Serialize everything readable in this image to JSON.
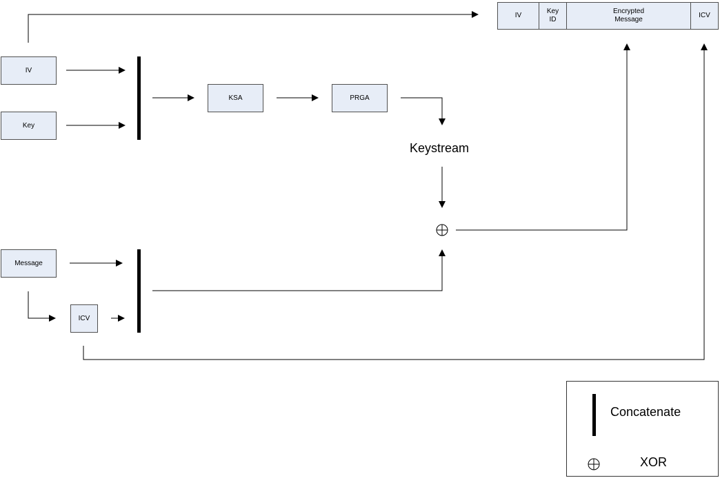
{
  "inputs": {
    "iv": "IV",
    "key": "Key",
    "message": "Message",
    "icv": "ICV"
  },
  "stages": {
    "ksa": "KSA",
    "prga": "PRGA"
  },
  "keystream_label": "Keystream",
  "packet": {
    "iv": "IV",
    "key_id": "Key\nID",
    "encrypted_message": "Encrypted\nMessage",
    "icv": "ICV"
  },
  "legend": {
    "concatenate": "Concatenate",
    "xor": "XOR"
  },
  "colors": {
    "box_fill": "#e7edf7",
    "box_border": "#4f4f4f"
  }
}
